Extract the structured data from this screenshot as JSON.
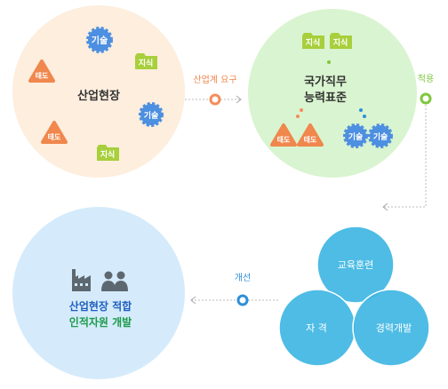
{
  "colors": {
    "industry_circle": "#fdeede",
    "ncs_circle": "#d9f4d0",
    "talent_circle": "#d5ebfb",
    "venn_circle": "#3fb6e3",
    "gear_blue": "#4d8fe0",
    "triangle_orange": "#f0874d",
    "folder_green": "#a8cf3c",
    "connector_orange": "#f58c5a",
    "connector_green": "#7ec63f",
    "connector_blue": "#2e8fd8",
    "talent_text_blue": "#1f5fbf",
    "talent_text_green": "#1c9a4a"
  },
  "industry_site": {
    "title": "산업현장",
    "skill_badge": "기술",
    "attitude_badge": "태도",
    "knowledge_badge": "지식"
  },
  "ncs": {
    "title_line1": "국가직무",
    "title_line2": "능력표준",
    "knowledge_badge": "지식",
    "attitude_badge": "태도",
    "skill_badge": "기술"
  },
  "arrows": {
    "industry_demand": "산업계 요구",
    "apply": "적용",
    "improve": "개선"
  },
  "venn": {
    "top": "교육훈련",
    "left": "자 격",
    "right": "경력개발"
  },
  "talent": {
    "line1": "산업현장 적합",
    "line2": "인적자원 개발",
    "factory_icon": "factory-icon",
    "people_icon": "people-icon"
  }
}
